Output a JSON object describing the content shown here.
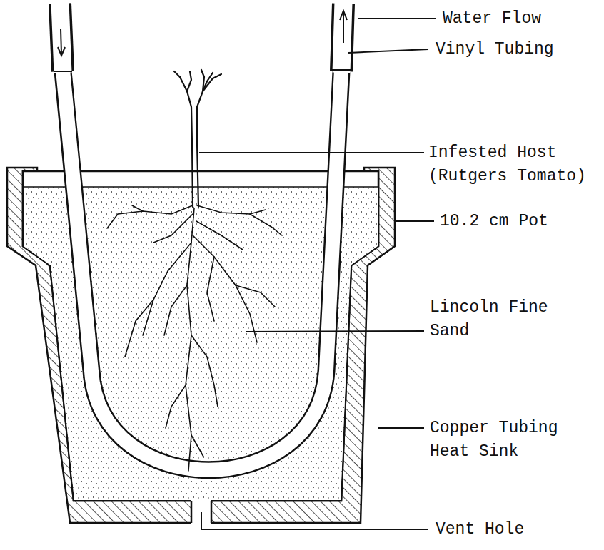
{
  "diagram": {
    "labels": [
      "Water Flow",
      "Vinyl Tubing",
      "Infested Host (Rutgers Tomato)",
      "10.2 cm Pot",
      "Lincoln Fine Sand",
      "Copper Tubing Heat Sink",
      "Vent Hole"
    ]
  }
}
